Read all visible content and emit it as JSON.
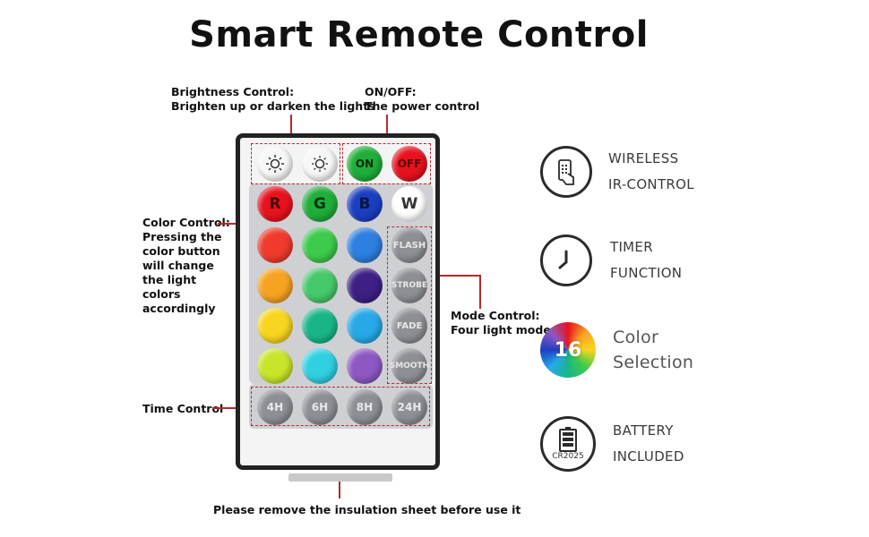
{
  "title": "Smart Remote Control",
  "callouts": {
    "brightness": {
      "heading": "Brightness Control:",
      "text": "Brighten up or darken the lights"
    },
    "onoff": {
      "heading": "ON/OFF:",
      "text": "The power control"
    },
    "color": {
      "heading": "Color Control:",
      "text": "Pressing the color button will change the light colors accordingly"
    },
    "mode": {
      "heading": "Mode Control:",
      "text": "Four light modes"
    },
    "time": {
      "heading": "Time Control"
    },
    "insulation": "Please remove the insulation sheet before use it"
  },
  "buttons": {
    "on": "ON",
    "off": "OFF",
    "rgbw": [
      "R",
      "G",
      "B",
      "W"
    ],
    "modes": [
      "FLASH",
      "STROBE",
      "FADE",
      "SMOOTH"
    ],
    "timers": [
      "4H",
      "6H",
      "8H",
      "24H"
    ]
  },
  "colors": {
    "accent_line": "#b52a2a",
    "color_grid": [
      [
        "#e8121e",
        "#1fae3a",
        "#1b3fc2",
        "#ffffff"
      ],
      [
        "#ef3b2c",
        "#3ccb4b",
        "#2d7fe0"
      ],
      [
        "#f6a321",
        "#45c96a",
        "#3d1f86"
      ],
      [
        "#f8d51f",
        "#18b687",
        "#27a9e8"
      ],
      [
        "#c9e52a",
        "#2fd0e0",
        "#8e58c4"
      ]
    ]
  },
  "features": [
    {
      "icon": "remote-hand-icon",
      "line1": "WIRELESS",
      "line2": "IR-CONTROL"
    },
    {
      "icon": "clock-icon",
      "line1": "TIMER",
      "line2": "FUNCTION"
    },
    {
      "icon": "color-wheel-icon",
      "badge": "16",
      "line1": "Color",
      "line2": "Selection"
    },
    {
      "icon": "battery-icon",
      "badge": "CR2025",
      "line1": "BATTERY",
      "line2": "INCLUDED"
    }
  ]
}
